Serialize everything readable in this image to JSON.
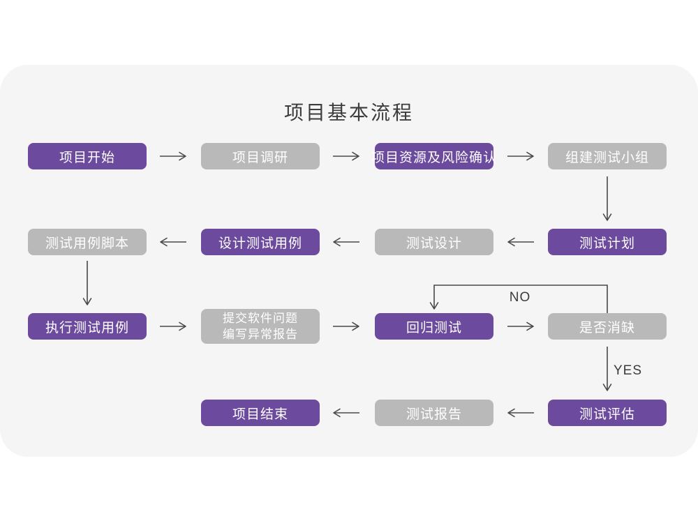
{
  "title": "项目基本流程",
  "labels": {
    "no": "NO",
    "yes": "YES"
  },
  "colors": {
    "purple": "#6c4b9e",
    "gray_box": "#b9b9b9",
    "card_bg": "#f5f5f6",
    "page_bg": "#ffffff",
    "arrow": "#48484a",
    "ink": "#3c3c3e",
    "node_text": "#ffffff"
  },
  "nodes": [
    {
      "id": "project-start",
      "label": "项目开始",
      "variant": "purple",
      "row": 1,
      "col": 1
    },
    {
      "id": "project-research",
      "label": "项目调研",
      "variant": "gray",
      "row": 1,
      "col": 2
    },
    {
      "id": "resource-risk-confirm",
      "label": "项目资源及风险确认",
      "variant": "purple",
      "row": 1,
      "col": 3
    },
    {
      "id": "build-test-team",
      "label": "组建测试小组",
      "variant": "gray",
      "row": 1,
      "col": 4
    },
    {
      "id": "test-case-script",
      "label": "测试用例脚本",
      "variant": "gray",
      "row": 2,
      "col": 1
    },
    {
      "id": "design-test-cases",
      "label": "设计测试用例",
      "variant": "purple",
      "row": 2,
      "col": 2
    },
    {
      "id": "test-design",
      "label": "测试设计",
      "variant": "gray",
      "row": 2,
      "col": 3
    },
    {
      "id": "test-plan",
      "label": "测试计划",
      "variant": "purple",
      "row": 2,
      "col": 4
    },
    {
      "id": "execute-test-cases",
      "label": "执行测试用例",
      "variant": "purple",
      "row": 3,
      "col": 1
    },
    {
      "id": "submit-issues-report",
      "label": "提交软件问题 编写异常报告",
      "lines": [
        "提交软件问题",
        "编写异常报告"
      ],
      "variant": "gray",
      "row": 3,
      "col": 2
    },
    {
      "id": "regression-test",
      "label": "回归测试",
      "variant": "purple",
      "row": 3,
      "col": 3
    },
    {
      "id": "defect-resolved",
      "label": "是否消缺",
      "variant": "gray",
      "row": 3,
      "col": 4
    },
    {
      "id": "project-end",
      "label": "项目结束",
      "variant": "purple",
      "row": 4,
      "col": 2
    },
    {
      "id": "test-report",
      "label": "测试报告",
      "variant": "gray",
      "row": 4,
      "col": 3
    },
    {
      "id": "test-evaluation",
      "label": "测试评估",
      "variant": "purple",
      "row": 4,
      "col": 4
    }
  ],
  "edges": [
    {
      "from": "项目开始",
      "to": "项目调研"
    },
    {
      "from": "项目调研",
      "to": "项目资源及风险确认"
    },
    {
      "from": "项目资源及风险确认",
      "to": "组建测试小组"
    },
    {
      "from": "组建测试小组",
      "to": "测试计划"
    },
    {
      "from": "测试计划",
      "to": "测试设计"
    },
    {
      "from": "测试设计",
      "to": "设计测试用例"
    },
    {
      "from": "设计测试用例",
      "to": "测试用例脚本"
    },
    {
      "from": "测试用例脚本",
      "to": "执行测试用例"
    },
    {
      "from": "执行测试用例",
      "to": "提交软件问题 编写异常报告"
    },
    {
      "from": "提交软件问题 编写异常报告",
      "to": "回归测试"
    },
    {
      "from": "回归测试",
      "to": "是否消缺"
    },
    {
      "from": "是否消缺",
      "to": "回归测试",
      "label": "NO"
    },
    {
      "from": "是否消缺",
      "to": "测试评估",
      "label": "YES"
    },
    {
      "from": "测试评估",
      "to": "测试报告"
    },
    {
      "from": "测试报告",
      "to": "项目结束"
    }
  ]
}
